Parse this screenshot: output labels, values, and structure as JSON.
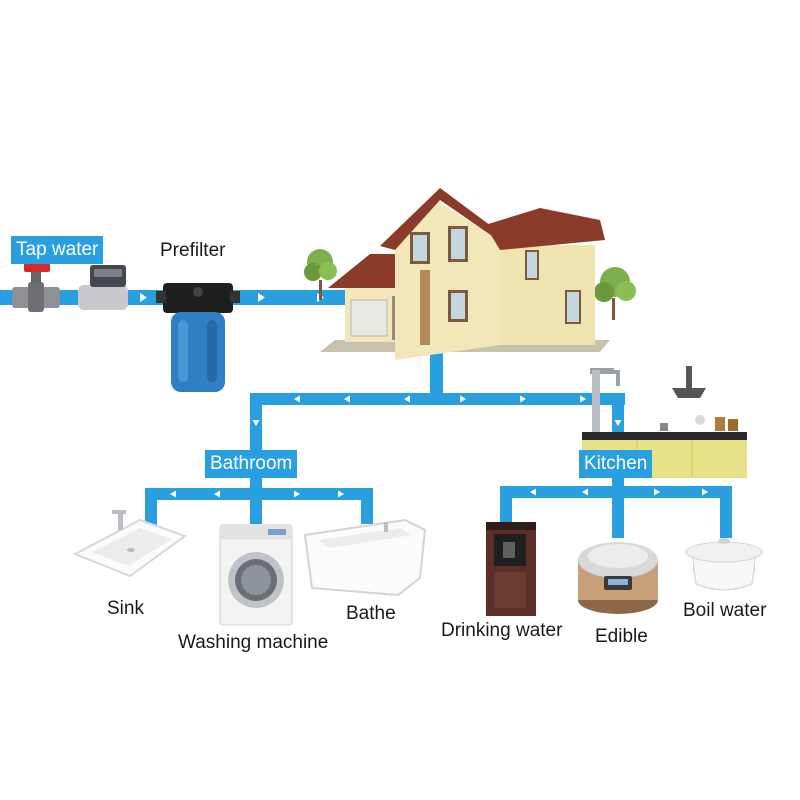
{
  "labels": {
    "tap_water": "Tap water",
    "prefilter": "Prefilter",
    "bathroom": "Bathroom",
    "kitchen": "Kitchen",
    "sink": "Sink",
    "washing_machine": "Washing machine",
    "bathe": "Bathe",
    "drinking_water": "Drinking water",
    "edible": "Edible",
    "boil_water": "Boil water"
  },
  "colors": {
    "pipe": "#2a9fe0",
    "tag_background": "#2a9fe0",
    "filter_housing": "#2f7fc4",
    "roof": "#8a3b2a",
    "wall": "#f2e7b8"
  },
  "icons": [
    "valve-icon",
    "water-meter-icon",
    "prefilter-icon",
    "house-icon",
    "tree-icon",
    "kitchen-icon",
    "sink-icon",
    "washing-machine-icon",
    "bathtub-icon",
    "water-dispenser-icon",
    "rice-cooker-icon",
    "pot-icon",
    "flow-arrow-icon"
  ]
}
